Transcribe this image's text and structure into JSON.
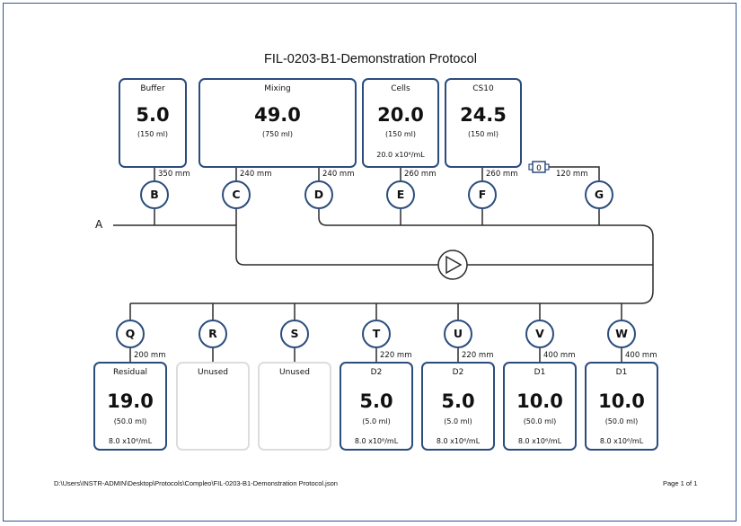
{
  "title": "FIL-0203-B1-Demonstration Protocol",
  "inlet_label": "A",
  "top_containers": [
    {
      "valve": "B",
      "name": "Buffer",
      "value": "5.0",
      "volume": "(150 ml)",
      "concentration": "",
      "tubing": "350 mm"
    },
    {
      "valve": "C",
      "name": "Mixing",
      "value": "49.0",
      "volume": "(750 ml)",
      "concentration": "",
      "tubing": "240 mm"
    },
    {
      "valve": "D",
      "tubing": "240 mm"
    },
    {
      "valve": "E",
      "name": "Cells",
      "value": "20.0",
      "volume": "(150 ml)",
      "concentration": "20.0 x10⁶/mL",
      "tubing": "260 mm"
    },
    {
      "valve": "F",
      "name": "CS10",
      "value": "24.5",
      "volume": "(150 ml)",
      "concentration": "",
      "tubing": "260 mm"
    },
    {
      "valve": "G",
      "tubing": "120 mm",
      "filter_label": "0"
    }
  ],
  "bottom_containers": [
    {
      "valve": "Q",
      "name": "Residual",
      "value": "19.0",
      "volume": "(50.0 ml)",
      "concentration": "8.0 x10⁶/mL",
      "tubing": "200 mm",
      "unused": false
    },
    {
      "valve": "R",
      "name": "Unused",
      "unused": true
    },
    {
      "valve": "S",
      "name": "Unused",
      "unused": true
    },
    {
      "valve": "T",
      "name": "D2",
      "value": "5.0",
      "volume": "(5.0 ml)",
      "concentration": "8.0 x10⁶/mL",
      "tubing": "220 mm",
      "unused": false
    },
    {
      "valve": "U",
      "name": "D2",
      "value": "5.0",
      "volume": "(5.0 ml)",
      "concentration": "8.0 x10⁶/mL",
      "tubing": "220 mm",
      "unused": false
    },
    {
      "valve": "V",
      "name": "D1",
      "value": "10.0",
      "volume": "(50.0 ml)",
      "concentration": "8.0 x10⁶/mL",
      "tubing": "400 mm",
      "unused": false
    },
    {
      "valve": "W",
      "name": "D1",
      "value": "10.0",
      "volume": "(50.0 ml)",
      "concentration": "8.0 x10⁶/mL",
      "tubing": "400 mm",
      "unused": false
    }
  ],
  "footer": {
    "path": "D:\\Users\\INSTR-ADMIN\\Desktop\\Protocols\\Compleo\\FIL-0203-B1-Demonstration Protocol.json",
    "page": "Page 1 of 1"
  },
  "colors": {
    "border": "#2b4d7e",
    "frame": "#2f5597",
    "unused_border": "#dddddd"
  },
  "icons": [
    "pump-icon",
    "filter-icon"
  ]
}
